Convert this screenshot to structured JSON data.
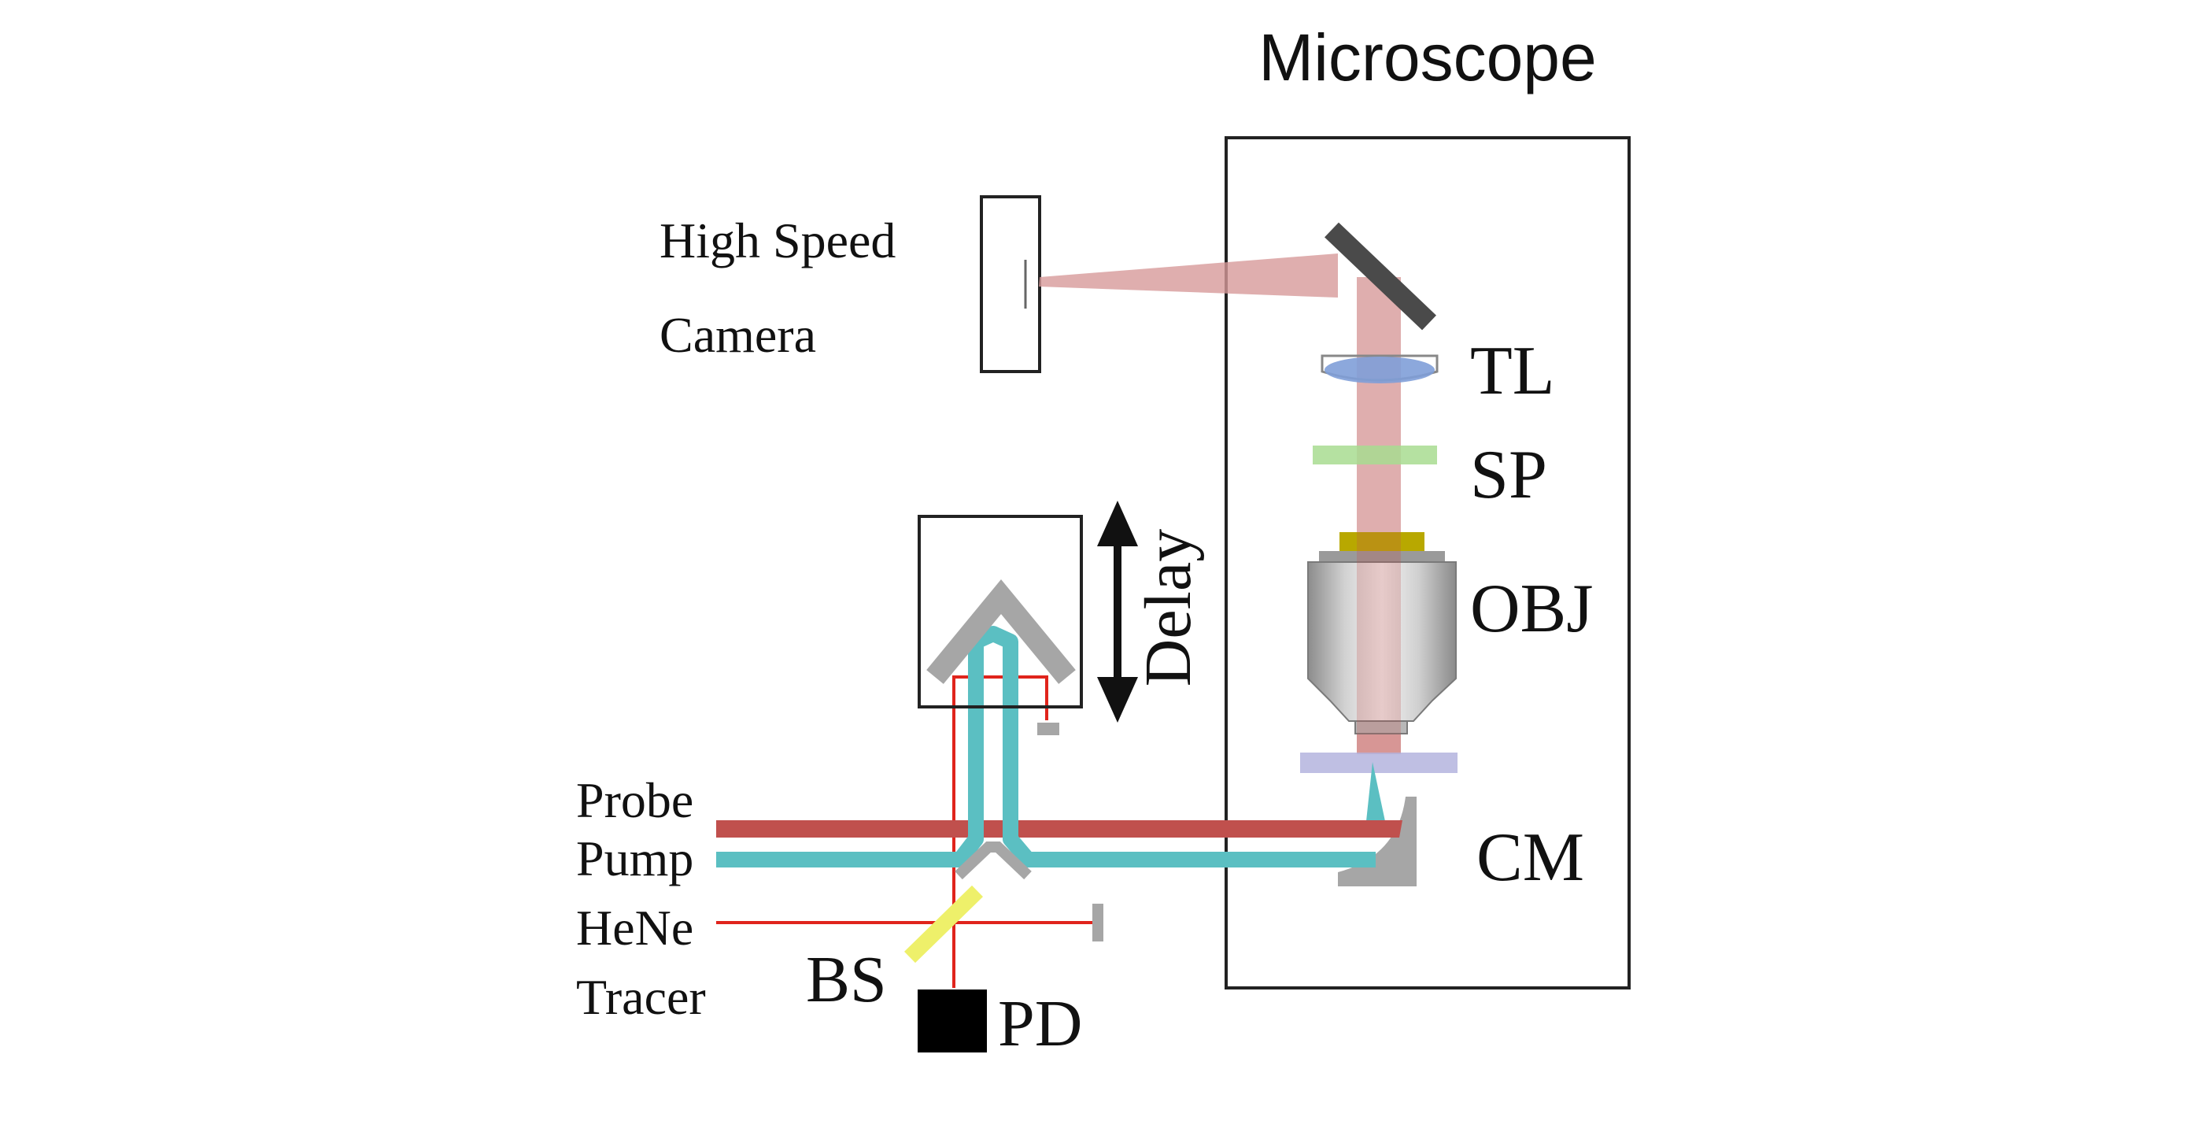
{
  "diagram": {
    "title": "Microscope",
    "labels": {
      "camera_line1": "High Speed",
      "camera_line2": "Camera",
      "tube_lens": "TL",
      "short_pass": "SP",
      "objective": "OBJ",
      "curved_mirror": "CM",
      "delay": "Delay",
      "probe": "Probe",
      "pump": "Pump",
      "hene_line1": "HeNe",
      "hene_line2": "Tracer",
      "beam_splitter": "BS",
      "photodiode": "PD"
    },
    "colors": {
      "probe_beam": "#c0504d",
      "probe_beam_light": "#d79a9a",
      "pump_beam": "#5bbfc2",
      "hene_beam": "#e0241c",
      "tube_lens": "#7f9fd8",
      "short_pass": "#a8dc90",
      "beam_splitter": "#eef06a",
      "sample_slide": "#b4b4de",
      "optic_gray": "#a6a6a6",
      "mirror_dark": "#4a4a4a",
      "objective_ring": "#b8a800"
    }
  }
}
